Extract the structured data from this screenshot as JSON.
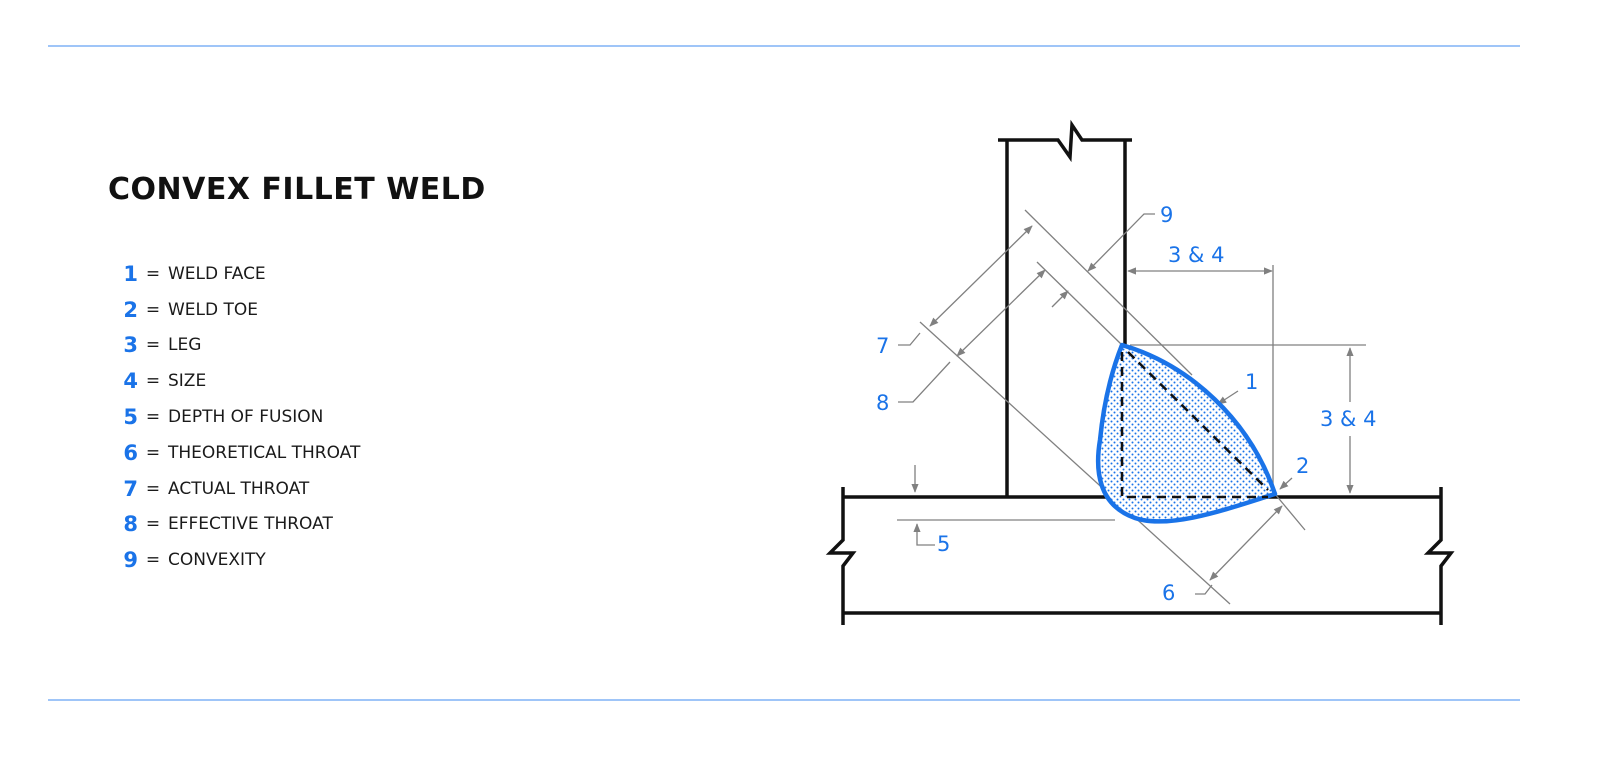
{
  "title": "CONVEX FILLET WELD",
  "legend": [
    {
      "num": "1",
      "label": "WELD FACE"
    },
    {
      "num": "2",
      "label": "WELD TOE"
    },
    {
      "num": "3",
      "label": "LEG"
    },
    {
      "num": "4",
      "label": "SIZE"
    },
    {
      "num": "5",
      "label": "DEPTH OF FUSION"
    },
    {
      "num": "6",
      "label": "THEORETICAL THROAT"
    },
    {
      "num": "7",
      "label": "ACTUAL THROAT"
    },
    {
      "num": "8",
      "label": "EFFECTIVE THROAT"
    },
    {
      "num": "9",
      "label": "CONVEXITY"
    }
  ],
  "callouts": {
    "c1": "1",
    "c2": "2",
    "c34h": "3 & 4",
    "c34v": "3 & 4",
    "c5": "5",
    "c6": "6",
    "c7": "7",
    "c8": "8",
    "c9": "9"
  },
  "colors": {
    "accent": "#1a73e8",
    "rule": "#9fc5f8",
    "dim": "#808080"
  }
}
